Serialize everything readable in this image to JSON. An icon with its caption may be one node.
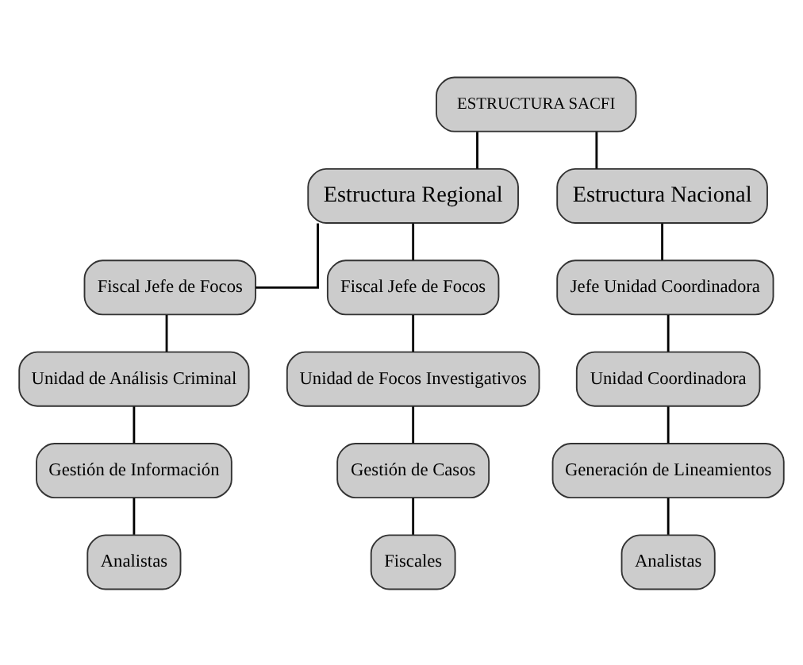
{
  "diagram": {
    "nodes": [
      {
        "text": [
          "ESTRUCTURA SACFI"
        ]
      },
      {
        "text": [
          "Estructura Regional"
        ]
      },
      {
        "text": [
          "Estructura Nacional"
        ]
      },
      {
        "text": [
          "Fiscal Jefe de Focos"
        ]
      },
      {
        "text": [
          "Unidad de Análisis Criminal"
        ]
      },
      {
        "text": [
          "Gestión de Información"
        ]
      },
      {
        "text": [
          "Analistas"
        ]
      },
      {
        "text": [
          "Fiscal Jefe de Focos"
        ]
      },
      {
        "text": [
          "Unidad de Focos Investigativos"
        ]
      },
      {
        "text": [
          "Gestión de Casos"
        ]
      },
      {
        "text": [
          "Fiscales"
        ]
      },
      {
        "text": [
          "Jefe Unidad Coordinadora"
        ]
      },
      {
        "text": [
          "Unidad Coordinadora"
        ]
      },
      {
        "text": [
          "Generación de Lineamientos"
        ]
      },
      {
        "text": [
          "Analistas"
        ]
      }
    ],
    "edges": [
      {
        "from": 0,
        "to": 1,
        "arrow": "none"
      },
      {
        "from": 0,
        "to": 2,
        "arrow": "none"
      },
      {
        "from": 1,
        "to": 3,
        "arrow": "none"
      },
      {
        "from": 1,
        "to": 7,
        "arrow": "none"
      },
      {
        "from": 3,
        "to": 4,
        "arrow": "none"
      },
      {
        "from": 4,
        "to": 5,
        "arrow": "none"
      },
      {
        "from": 5,
        "to": 6,
        "arrow": "none"
      },
      {
        "from": 7,
        "to": 8,
        "arrow": "none"
      },
      {
        "from": 8,
        "to": 9,
        "arrow": "none"
      },
      {
        "from": 9,
        "to": 10,
        "arrow": "none"
      },
      {
        "from": 2,
        "to": 11,
        "arrow": "none"
      },
      {
        "from": 11,
        "to": 12,
        "arrow": "none"
      },
      {
        "from": 12,
        "to": 13,
        "arrow": "none"
      },
      {
        "from": 13,
        "to": 14,
        "arrow": "none"
      }
    ]
  }
}
